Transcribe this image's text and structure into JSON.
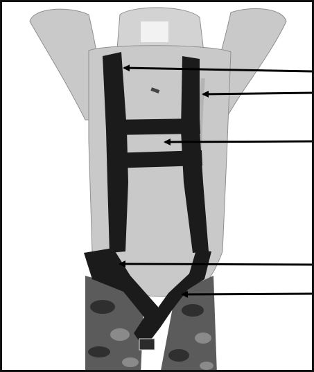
{
  "figure": {
    "background_color": "#ffffff",
    "frame_color": "#111111",
    "strap_color": "#1b1b1b",
    "jacket_color": "#c9c9c9",
    "jacket_shadow_color": "#9d9d9d",
    "camo_colors": [
      "#2f2f2f",
      "#5b5b5b",
      "#8a8a8a"
    ],
    "arrow_color": "#000000",
    "callout_count": 5,
    "callouts": [
      {
        "name": "callout-arrow-shoulder-strap"
      },
      {
        "name": "callout-arrow-jacket"
      },
      {
        "name": "callout-arrow-chest-strap"
      },
      {
        "name": "callout-arrow-leg-strap-buckle"
      },
      {
        "name": "callout-arrow-leg-strap"
      }
    ]
  }
}
